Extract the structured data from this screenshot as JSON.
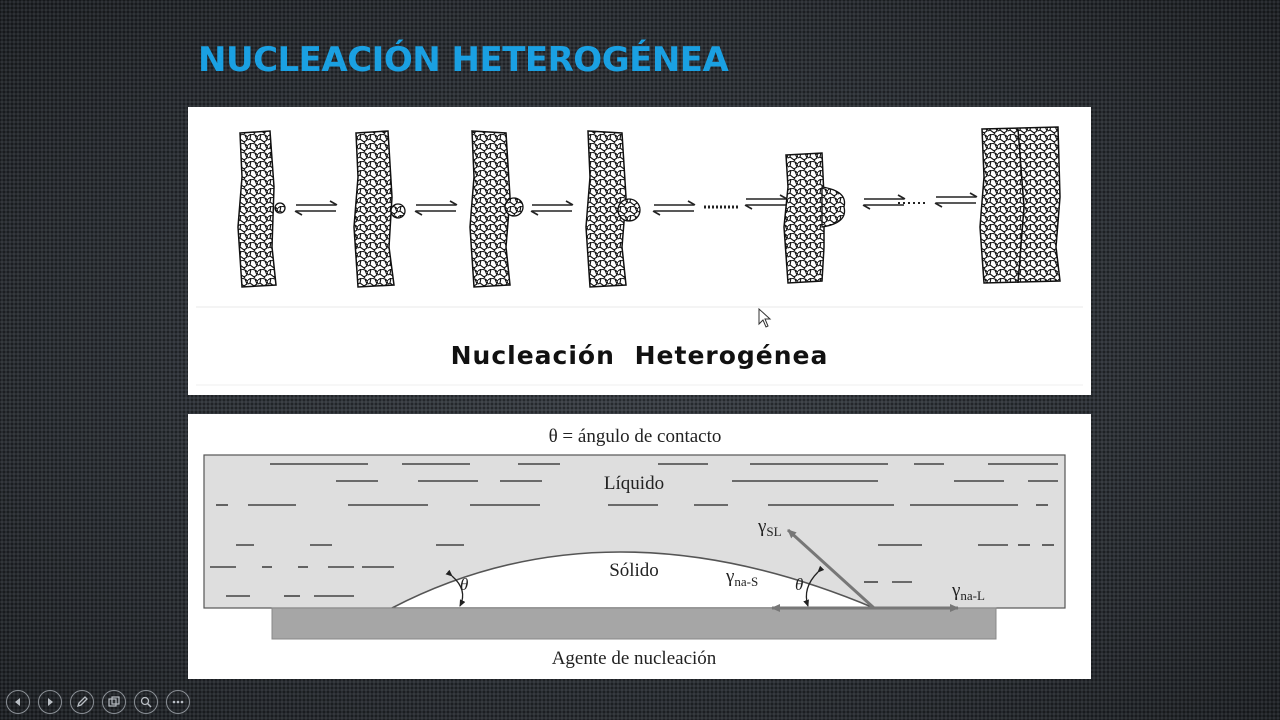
{
  "slide": {
    "title": "NUCLEACIÓN HETEROGÉNEA"
  },
  "figure1": {
    "caption": "Nucleación Heterogénea"
  },
  "figure2": {
    "top_label": "θ = ángulo de contacto",
    "liquid_label": "Líquido",
    "solid_label": "Sólido",
    "agent_label": "Agente de nucleación",
    "theta_left": "θ",
    "theta_right": "θ",
    "gamma_sl": "γ",
    "gamma_sl_sub": "SL",
    "gamma_nas": "γ",
    "gamma_nas_sub": "na-S",
    "gamma_nal": "γ",
    "gamma_nal_sub": "na-L"
  },
  "controls": [
    {
      "name": "previous-slide-button",
      "icon": "arrow-left-icon"
    },
    {
      "name": "next-slide-button",
      "icon": "arrow-right-icon"
    },
    {
      "name": "pen-tool-button",
      "icon": "pen-icon"
    },
    {
      "name": "slides-overview-button",
      "icon": "slides-icon"
    },
    {
      "name": "zoom-button",
      "icon": "magnifier-icon"
    },
    {
      "name": "more-options-button",
      "icon": "ellipsis-icon"
    }
  ]
}
